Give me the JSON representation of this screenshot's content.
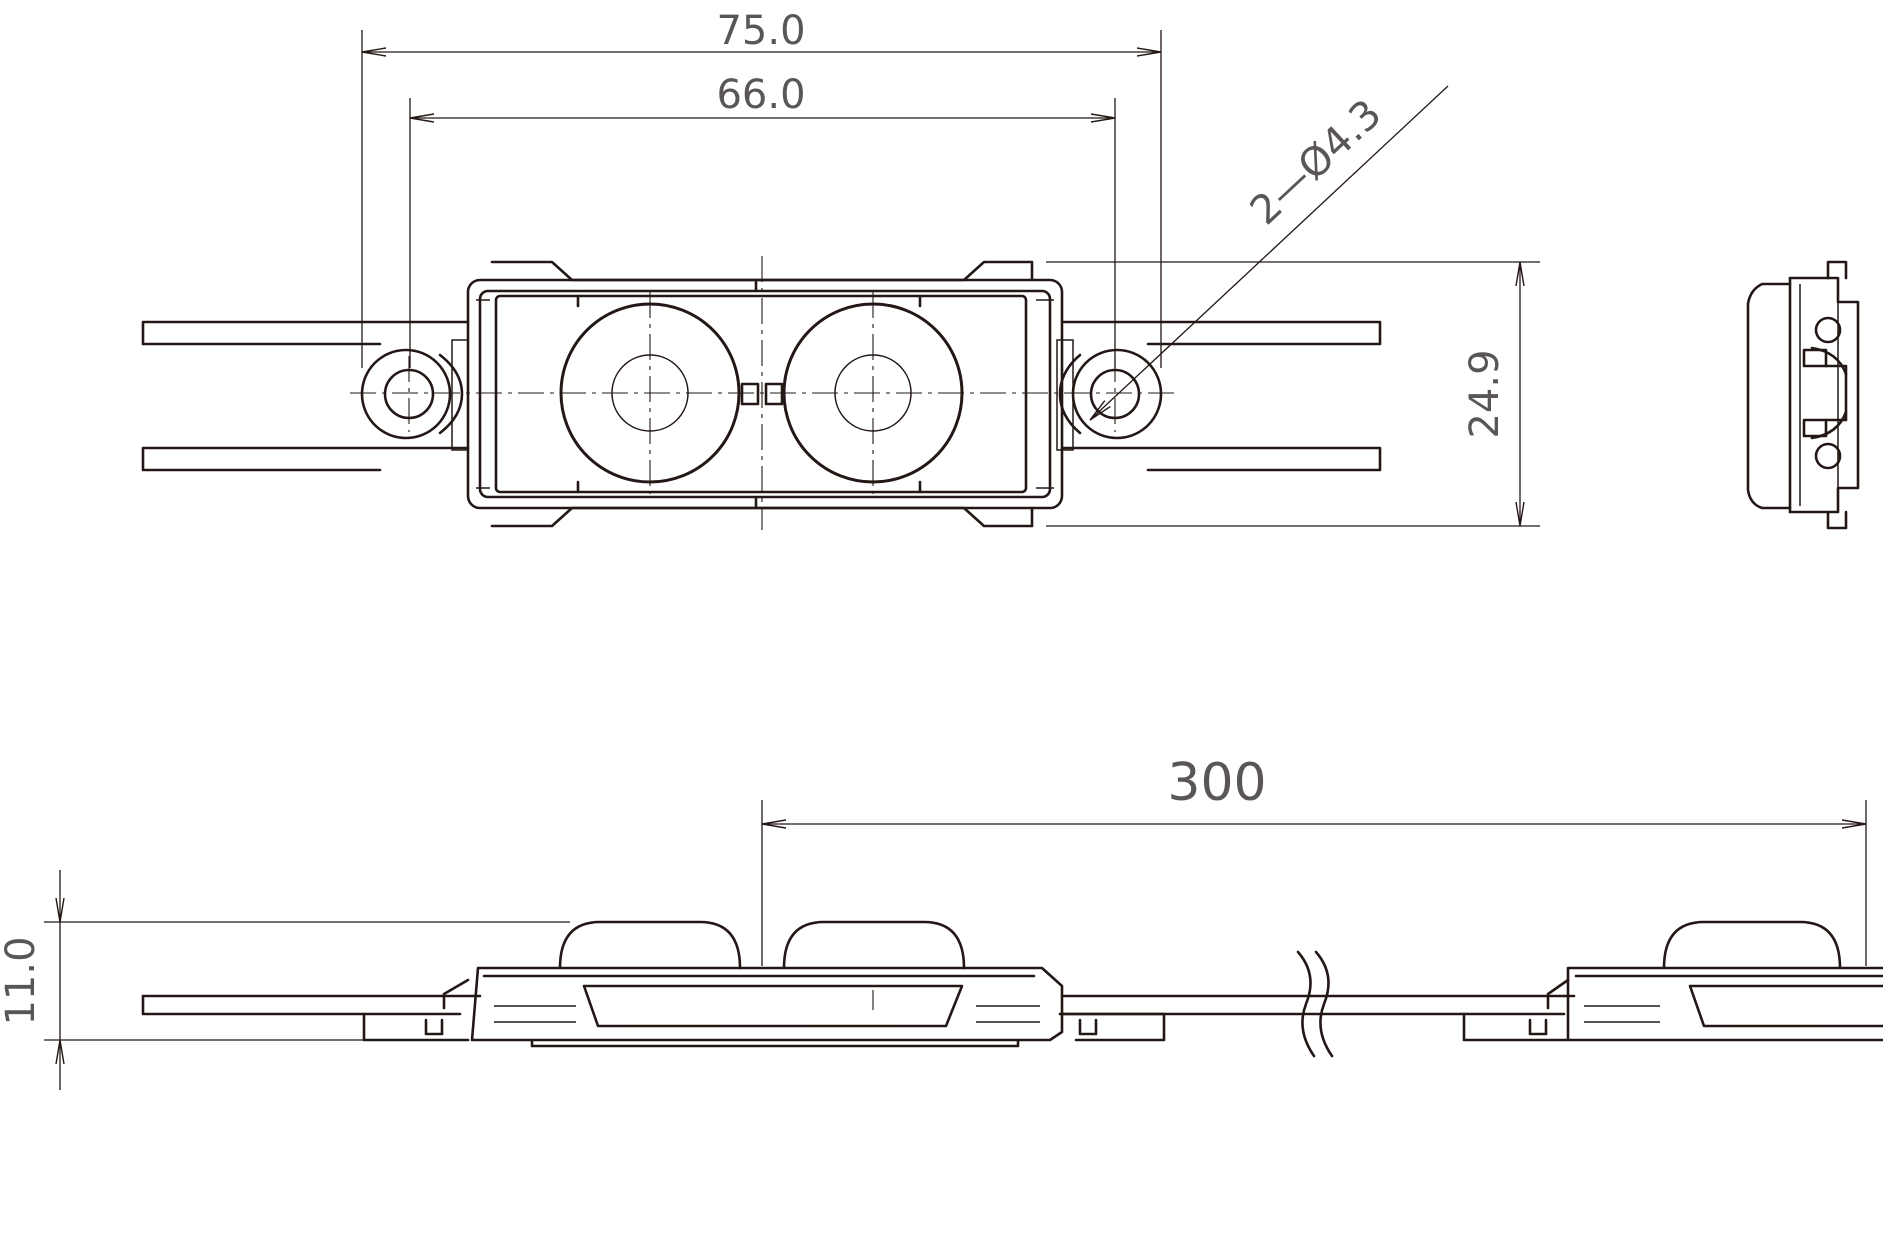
{
  "dimensions": {
    "outer_width": "75.0",
    "hole_spacing": "66.0",
    "hole_callout": "2—Ø4.3",
    "module_height": "24.9",
    "thickness": "11.0",
    "cable_pitch": "300"
  },
  "colors": {
    "line": "#231815",
    "text": "#5a5656",
    "background": "#ffffff"
  }
}
